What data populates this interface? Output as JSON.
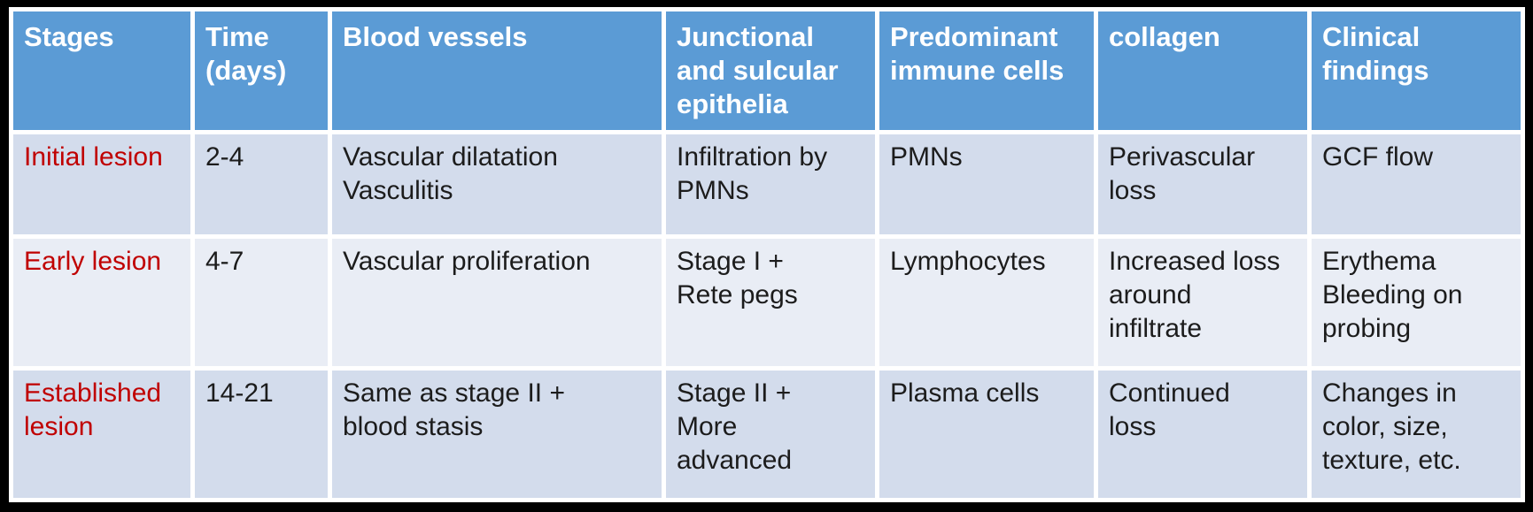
{
  "colors": {
    "frame": "#000000",
    "grid": "#FFFFFF",
    "header_bg": "#5B9BD5",
    "header_text": "#FFFFFF",
    "row_odd_bg": "#D3DCEC",
    "row_even_bg": "#E9EDF5",
    "stage_text": "#C00000",
    "body_text": "#1C1C1C"
  },
  "table": {
    "columns": [
      "Stages",
      "Time\n(days)",
      "Blood vessels",
      "Junctional\nand sulcular\nepithelia",
      "Predominant\nimmune cells",
      "collagen",
      "Clinical\nfindings"
    ],
    "rows": [
      {
        "cells": [
          "Initial lesion",
          "2-4",
          "Vascular dilatation\nVasculitis",
          "Infiltration by\nPMNs",
          "PMNs",
          "Perivascular\nloss",
          "GCF flow"
        ]
      },
      {
        "cells": [
          "Early lesion",
          "4-7",
          "Vascular proliferation",
          "Stage I +\nRete pegs",
          "Lymphocytes",
          "Increased loss\naround\ninfiltrate",
          "Erythema\nBleeding on\nprobing"
        ]
      },
      {
        "cells": [
          "Established\nlesion",
          "14-21",
          "Same as stage II +\nblood stasis",
          "Stage II +\nMore\nadvanced",
          "Plasma cells",
          "Continued\nloss",
          "Changes in\ncolor, size,\ntexture, etc."
        ]
      }
    ]
  }
}
